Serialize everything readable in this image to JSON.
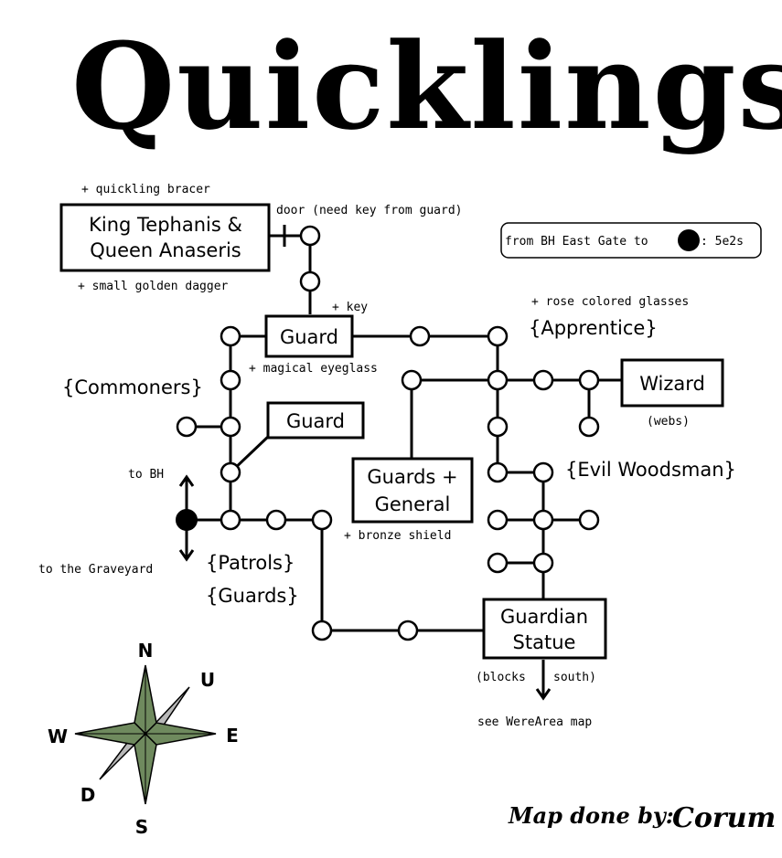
{
  "title": "Quicklings",
  "legend": {
    "text_left": "from BH East Gate to",
    "text_right": ": 5e2s"
  },
  "rooms": {
    "king_line1": "King Tephanis &",
    "king_line2": "Queen Anaseris",
    "guard_top": "Guard",
    "guard_mid": "Guard",
    "wizard": "Wizard",
    "guards_line1": "Guards +",
    "guards_line2": "General",
    "statue_line1": "Guardian",
    "statue_line2": "Statue"
  },
  "areas": {
    "apprentice": "{Apprentice}",
    "commoners": "{Commoners}",
    "evil_woodsman": "{Evil Woodsman}",
    "patrols": "{Patrols}",
    "guards": "{Guards}"
  },
  "notes": {
    "bracer": "+ quickling bracer",
    "dagger": "+ small golden dagger",
    "door": "door (need key from guard)",
    "key": "+ key",
    "rose": "+ rose colored glasses",
    "eyeglass": "+ magical eyeglass",
    "webs": "(webs)",
    "to_bh": "to BH",
    "to_graveyard": "to the Graveyard",
    "bronze_shield": "+ bronze shield",
    "blocks_south_1": "(blocks",
    "blocks_south_2": "south)",
    "were_area": "see WereArea map"
  },
  "compass": {
    "n": "N",
    "s": "S",
    "e": "E",
    "w": "W",
    "u": "U",
    "d": "D"
  },
  "credit": {
    "label": "Map done by:",
    "signature": "Corum"
  },
  "colors": {
    "ink": "#000000",
    "background": "#ffffff",
    "compass_fill": "#6f8a5e",
    "compass_shade": "#b8b8b8"
  }
}
